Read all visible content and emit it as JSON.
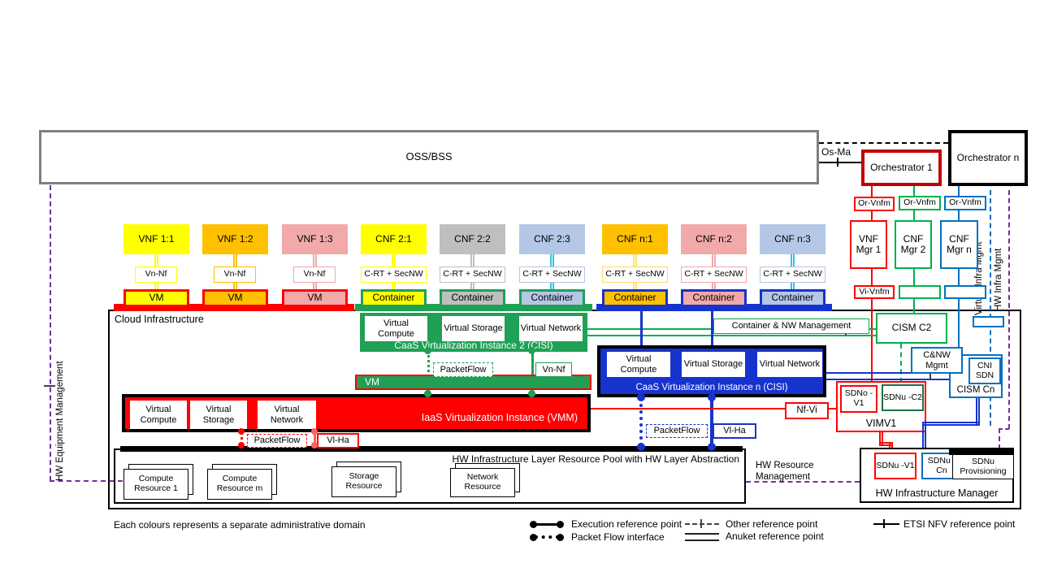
{
  "colors": {
    "red": "#FF0000",
    "dark_red": "#C00000",
    "green_fill": "#1FA055",
    "green_border": "#00B050",
    "dark_green": "#1E7145",
    "blue_fill": "#1733CE",
    "blue_border": "#0070C0",
    "purple": "#7030A0",
    "yellow": "#FFFF00",
    "orange": "#FFC000",
    "pink": "#F2A9A9",
    "gray": "#BFBFBF",
    "light_blue": "#B4C7E7",
    "cyan": "#38C1EA",
    "oss_border": "#7F7F7F"
  },
  "top": {
    "oss_bss": "OSS/BSS",
    "os_ma": "Os-Ma",
    "orchestrator_1": "Orchestrator 1",
    "orchestrator_n": "Orchestrator n"
  },
  "managers": {
    "or_vnfm": "Or-Vnfm",
    "vnf_mgr_1": "VNF Mgr 1",
    "cnf_mgr_2": "CNF Mgr 2",
    "cnf_mgr_n": "CNF Mgr n",
    "vi_vnfm": "Vi-Vnfm"
  },
  "side": {
    "virtual_infra_mgmt": "Virtual Infra Mgmt",
    "hw_infra_mgmt": "HW Infra Mgmt",
    "hw_equipment_mgmt": "HW Equipment Management",
    "hw_resource_mgmt": "HW Resource Management"
  },
  "nf_columns": [
    {
      "label": "VNF 1:1",
      "ref": "Vn-Nf",
      "unit": "VM"
    },
    {
      "label": "VNF 1:2",
      "ref": "Vn-Nf",
      "unit": "VM"
    },
    {
      "label": "VNF 1:3",
      "ref": "Vn-Nf",
      "unit": "VM"
    },
    {
      "label": "CNF 2:1",
      "ref": "C-RT + SecNW",
      "unit": "Container"
    },
    {
      "label": "CNF 2:2",
      "ref": "C-RT + SecNW",
      "unit": "Container"
    },
    {
      "label": "CNF 2:3",
      "ref": "C-RT + SecNW",
      "unit": "Container"
    },
    {
      "label": "CNF n:1",
      "ref": "C-RT + SecNW",
      "unit": "Container"
    },
    {
      "label": "CNF n:2",
      "ref": "C-RT + SecNW",
      "unit": "Container"
    },
    {
      "label": "CNF n:3",
      "ref": "C-RT + SecNW",
      "unit": "Container"
    }
  ],
  "cloud": {
    "title": "Cloud Infrastructure",
    "virtual_compute": "Virtual Compute",
    "virtual_storage": "Virtual Storage",
    "virtual_network": "Virtual Network",
    "caas2_label": "CaaS Virtualization Instance 2 (CISI)",
    "caasn_label": "CaaS Virtualization Instance n (CISI)",
    "iaas_label": "IaaS Virtualization Instance (VMM)",
    "vm_bar": "VM",
    "packetflow": "PacketFlow",
    "vn_nf": "Vn-Nf",
    "vl_ha": "Vl-Ha",
    "container_nw_mgmt": "Container & NW Management",
    "hw_pool": "HW Infrastructure Layer Resource Pool with HW Layer Abstraction",
    "resources": [
      "Compute Resource 1",
      "Compute Resource m",
      "Storage Resource",
      "Network Resource"
    ]
  },
  "right": {
    "cism_c2": "CISM C2",
    "cnw_mgmt": "C&NW Mgmt",
    "cni_sdn": "CNI SDN",
    "cism_cn": "CISM Cn",
    "sdno_v1": "SDNo -V1",
    "sdnu_c2": "SDNu -C2",
    "vimv1": "VIMV1",
    "nf_vi": "Nf-Vi",
    "sdnu_v1": "SDNu -V1",
    "sdnu_cn": "SDNu -Cn",
    "sdnu_prov": "SDNu Provisioning",
    "hw_infra_manager": "HW Infrastructure Manager"
  },
  "legend": {
    "note": "Each colours represents a separate administrative domain",
    "execution": "Execution reference point",
    "packet_flow": "Packet Flow interface",
    "other": "Other reference point",
    "anuket": "Anuket reference point",
    "etsi": "ETSI NFV reference point"
  }
}
